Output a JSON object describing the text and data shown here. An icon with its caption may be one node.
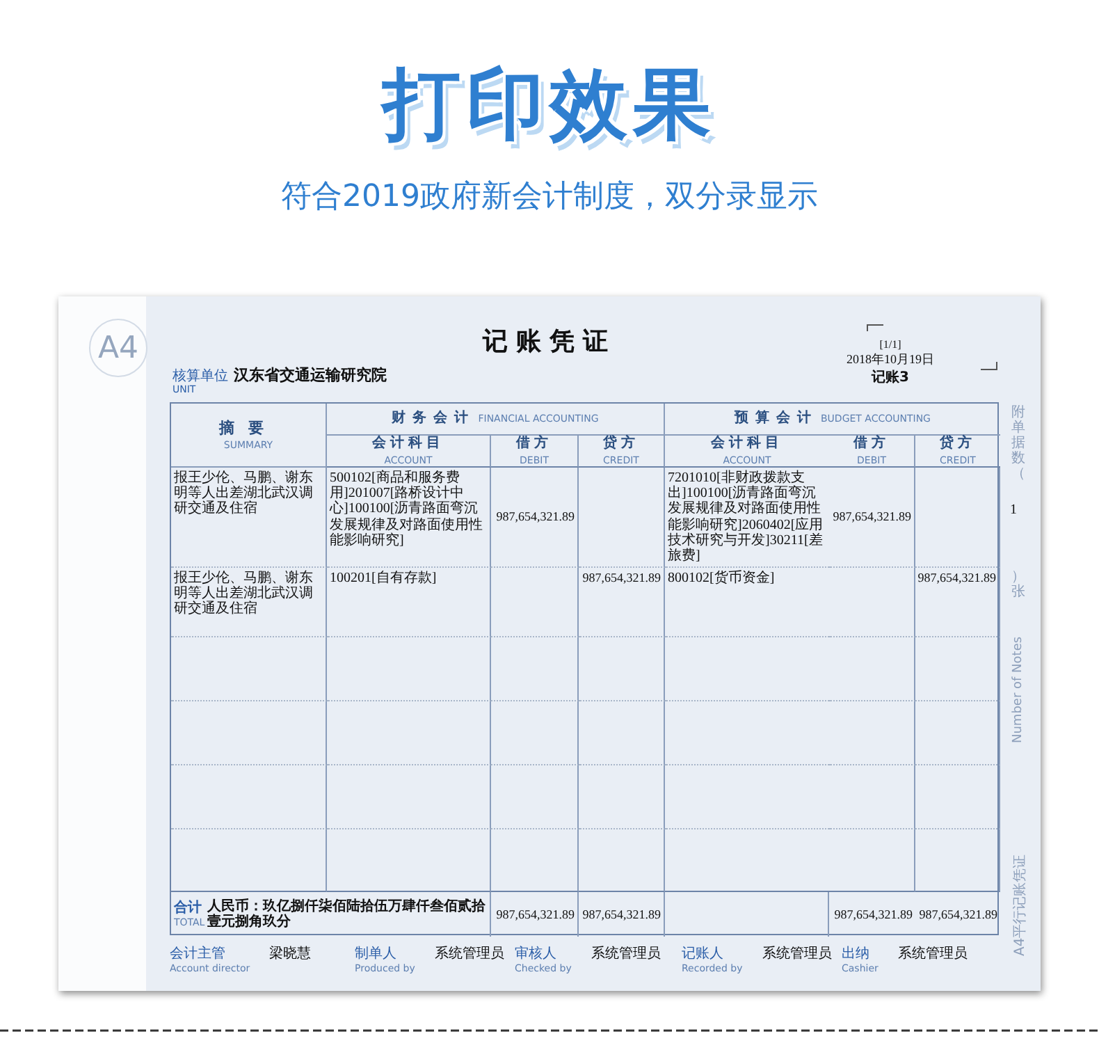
{
  "diagram": {
    "title": "打印效果",
    "labels": [
      "符合2019政府新会计制度，双分录显示",
      "A4",
      "记账凭证",
      "[1/1]",
      "2018年10月19日",
      "核算单位",
      "汉东省交通运输研究院",
      "记账3",
      "UNIT",
      "摘要",
      "SUMMARY",
      "财务会计",
      "FINANCIAL ACCOUNTING",
      "预算会计",
      "BUDGET ACCOUNTING",
      "会计科目",
      "ACCOUNT",
      "借方",
      "DEBIT",
      "贷方",
      "CREDIT",
      "会计科目",
      "ACCOUNT",
      "借方",
      "DEBIT",
      "贷方",
      "CREDIT",
      "报王少伦、马鹏、谢东明等人出差湖北武汉调研交通及住宿",
      "500102[商品和服务费用]201007[路桥设计中心]100100[沥青路面弯沉发展规律及对路面使用性能影响研究]",
      "987,654,321.89",
      "7201010[非财政拨款支出]100100[沥青路面弯沉发展规律及对路面使用性能影响研究]2060402[应用技术研究与开发]30211[差旅费]",
      "987,654,321.89",
      "报王少伦、马鹏、谢东明等人出差湖北武汉调研交通及住宿",
      "100201[自有存款]",
      "987,654,321.89",
      "800102[货币资金]",
      "987,654,321.89",
      "合计",
      "TOTAL",
      "人民币：玖亿捌仟柒佰陆拾伍万肆仟叁佰贰拾壹元捌角玖分",
      "987,654,321.89",
      "987,654,321.89",
      "987,654,321.89",
      "987,654,321.89",
      "会计主管",
      "Account director",
      "梁晓慧",
      "制单人",
      "Produced by",
      "系统管理员",
      "审核人",
      "Checked by",
      "系统管理员",
      "记账人",
      "Recorded by",
      "系统管理员",
      "出纳",
      "Cashier",
      "系统管理员",
      "附单据数（",
      "1",
      "）张",
      "Number of Notes",
      "A4平行记账凭证"
    ]
  }
}
